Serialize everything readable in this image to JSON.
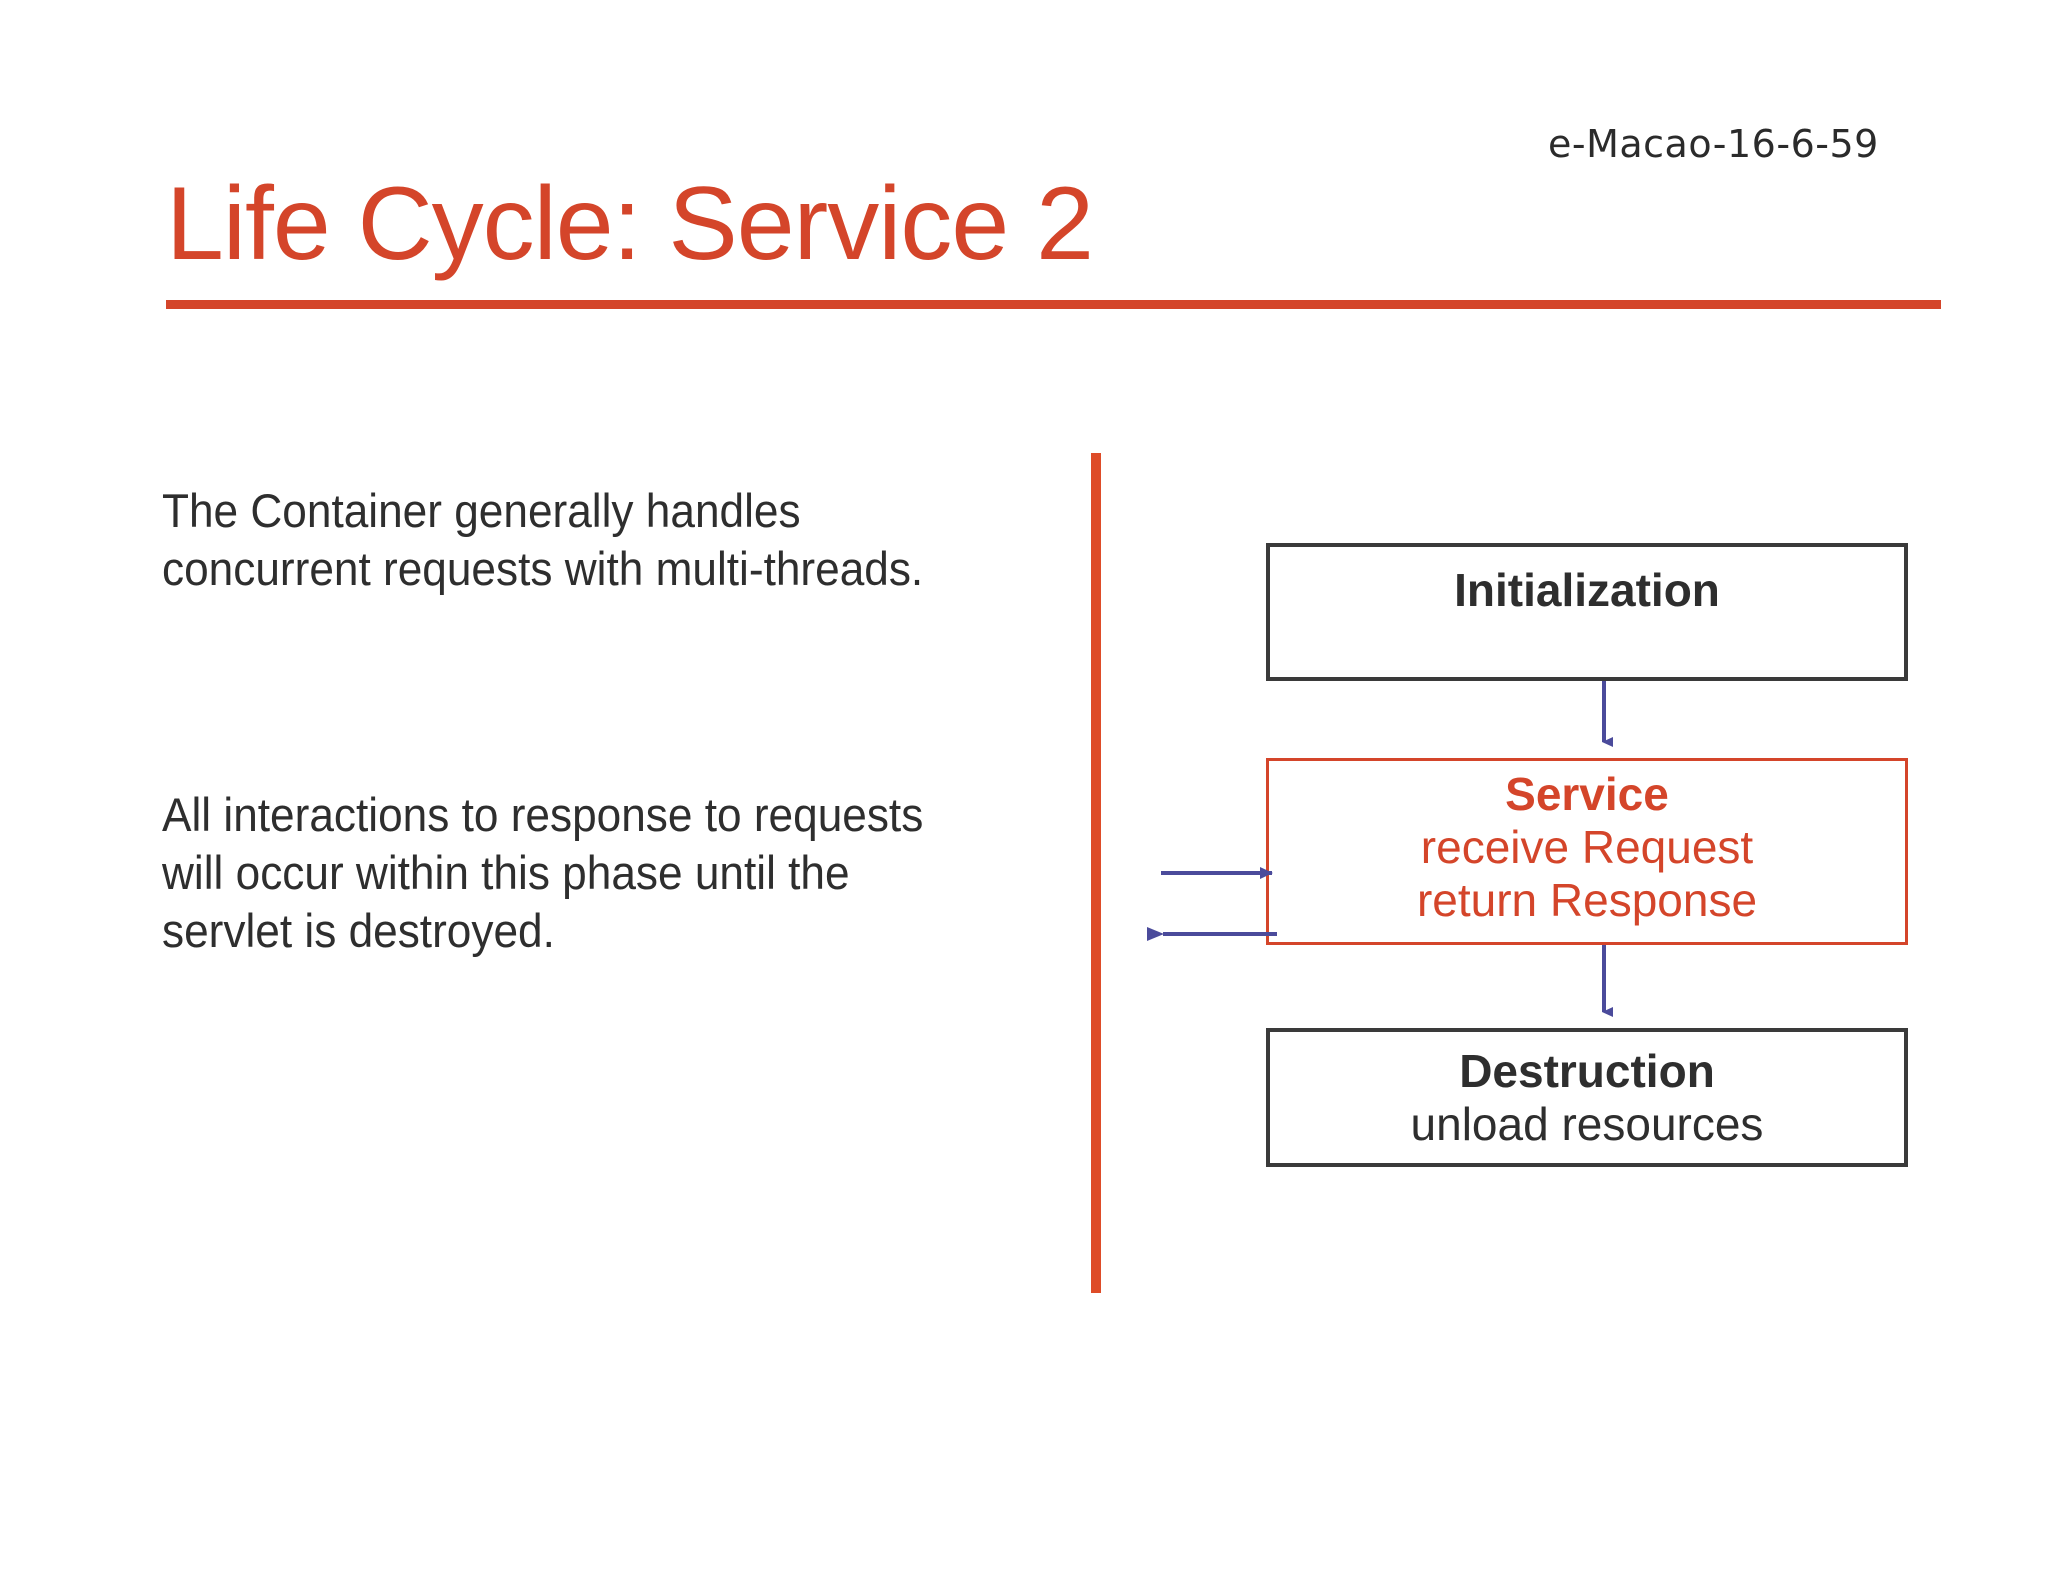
{
  "slide": {
    "header_code": "e-Macao-16-6-59",
    "title": "Life Cycle: Service 2",
    "accent_color": "#D4452A",
    "text_color": "#2e2e2e",
    "arrow_color": "#4B4B9B",
    "box_border_color": "#3a3a3a",
    "background": "#ffffff"
  },
  "body": {
    "paragraphs": [
      "The Container generally handles concurrent requests with multi-threads.",
      "All interactions to response to requests will occur within this phase until the servlet is destroyed."
    ]
  },
  "diagram": {
    "boxes": [
      {
        "name": "initialization",
        "title": "Initialization",
        "lines": [],
        "border": "#3a3a3a",
        "title_color": "#2e2e2e"
      },
      {
        "name": "service",
        "title": "Service",
        "lines": [
          "receive Request",
          "return Response"
        ],
        "border": "#D4452A",
        "title_color": "#D4452A"
      },
      {
        "name": "destruction",
        "title": "Destruction",
        "lines": [
          "unload resources"
        ],
        "border": "#3a3a3a",
        "title_color": "#2e2e2e"
      }
    ],
    "connectors": [
      {
        "name": "init-to-service",
        "direction": "down"
      },
      {
        "name": "service-to-destruction",
        "direction": "down"
      },
      {
        "name": "request-in",
        "direction": "right"
      },
      {
        "name": "response-out",
        "direction": "left"
      }
    ]
  }
}
